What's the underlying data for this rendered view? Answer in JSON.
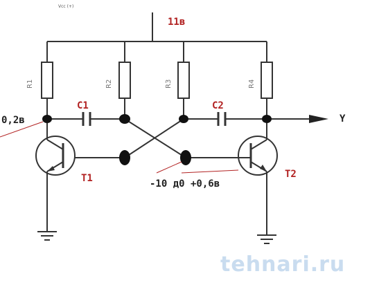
{
  "supply": {
    "vcc_label": "Vcc (+)",
    "voltage": "11в"
  },
  "resistors": [
    "R1",
    "R2",
    "R3",
    "R4"
  ],
  "capacitors": [
    "C1",
    "C2"
  ],
  "transistors": [
    "T1",
    "T2"
  ],
  "annotations": {
    "left_voltage": "0,2в",
    "base_voltage_range": "-10 д0 +0,6в",
    "output_label": "Y"
  },
  "watermark": "tehnari.ru",
  "colors": {
    "wire": "#333333",
    "annotation": "#b22222",
    "watermark": "#c9dcef"
  }
}
